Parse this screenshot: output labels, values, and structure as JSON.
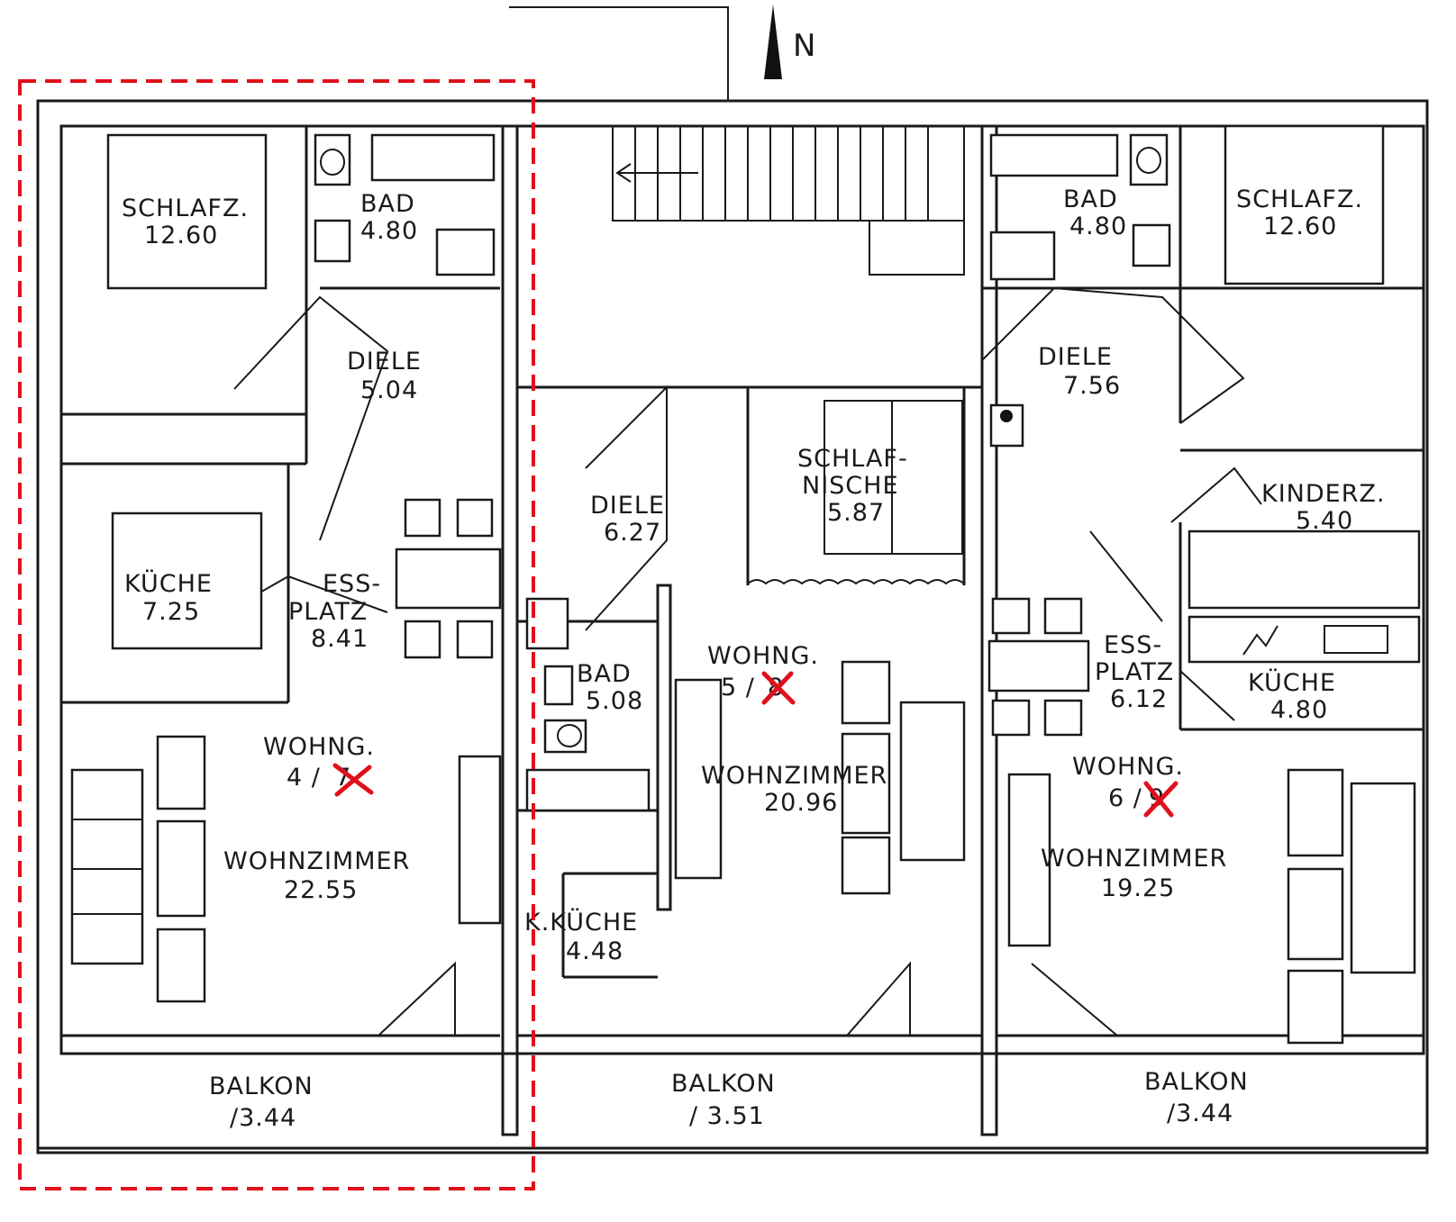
{
  "north_label": "N",
  "highlight_color": "#e0101c",
  "units": {
    "w4": {
      "schlafz": {
        "name": "SCHLAFZ.",
        "area": "12.60"
      },
      "bad": {
        "name": "BAD",
        "area": "4.80"
      },
      "diele": {
        "name": "DIELE",
        "area": "5.04"
      },
      "kueche": {
        "name": "KÜCHE",
        "area": "7.25"
      },
      "essplatz": {
        "name1": "ESS-",
        "name2": "PLATZ",
        "area": "8.41"
      },
      "wohng": {
        "name": "WOHNG.",
        "num": "4 /",
        "struck": "7"
      },
      "wohnzimmer": {
        "name": "WOHNZIMMER",
        "area": "22.55"
      },
      "balkon": {
        "name": "BALKON",
        "area": "/3.44"
      }
    },
    "w5": {
      "diele": {
        "name": "DIELE",
        "area": "6.27"
      },
      "schlafnische": {
        "name1": "SCHLAF-",
        "name2": "NISCHE",
        "area": "5.87"
      },
      "bad": {
        "name": "BAD",
        "area": "5.08"
      },
      "wohng": {
        "name": "WOHNG.",
        "num": "5 /",
        "struck": "8"
      },
      "wohnzimmer": {
        "name": "WOHNZIMMER",
        "area": "20.96"
      },
      "kkueche": {
        "name": "K.KÜCHE",
        "area": "4.48"
      },
      "balkon": {
        "name": "BALKON",
        "area": "/ 3.51"
      }
    },
    "w6": {
      "bad": {
        "name": "BAD",
        "area": "4.80"
      },
      "schlafz": {
        "name": "SCHLAFZ.",
        "area": "12.60"
      },
      "diele": {
        "name": "DIELE",
        "area": "7.56"
      },
      "kinderz": {
        "name": "KINDERZ.",
        "area": "5.40"
      },
      "essplatz": {
        "name1": "ESS-",
        "name2": "PLATZ",
        "area": "6.12"
      },
      "kueche": {
        "name": "KÜCHE",
        "area": "4.80"
      },
      "wohng": {
        "name": "WOHNG.",
        "num": "6 /",
        "struck": "9"
      },
      "wohnzimmer": {
        "name": "WOHNZIMMER",
        "area": "19.25"
      },
      "balkon": {
        "name": "BALKON",
        "area": "/3.44"
      }
    }
  }
}
